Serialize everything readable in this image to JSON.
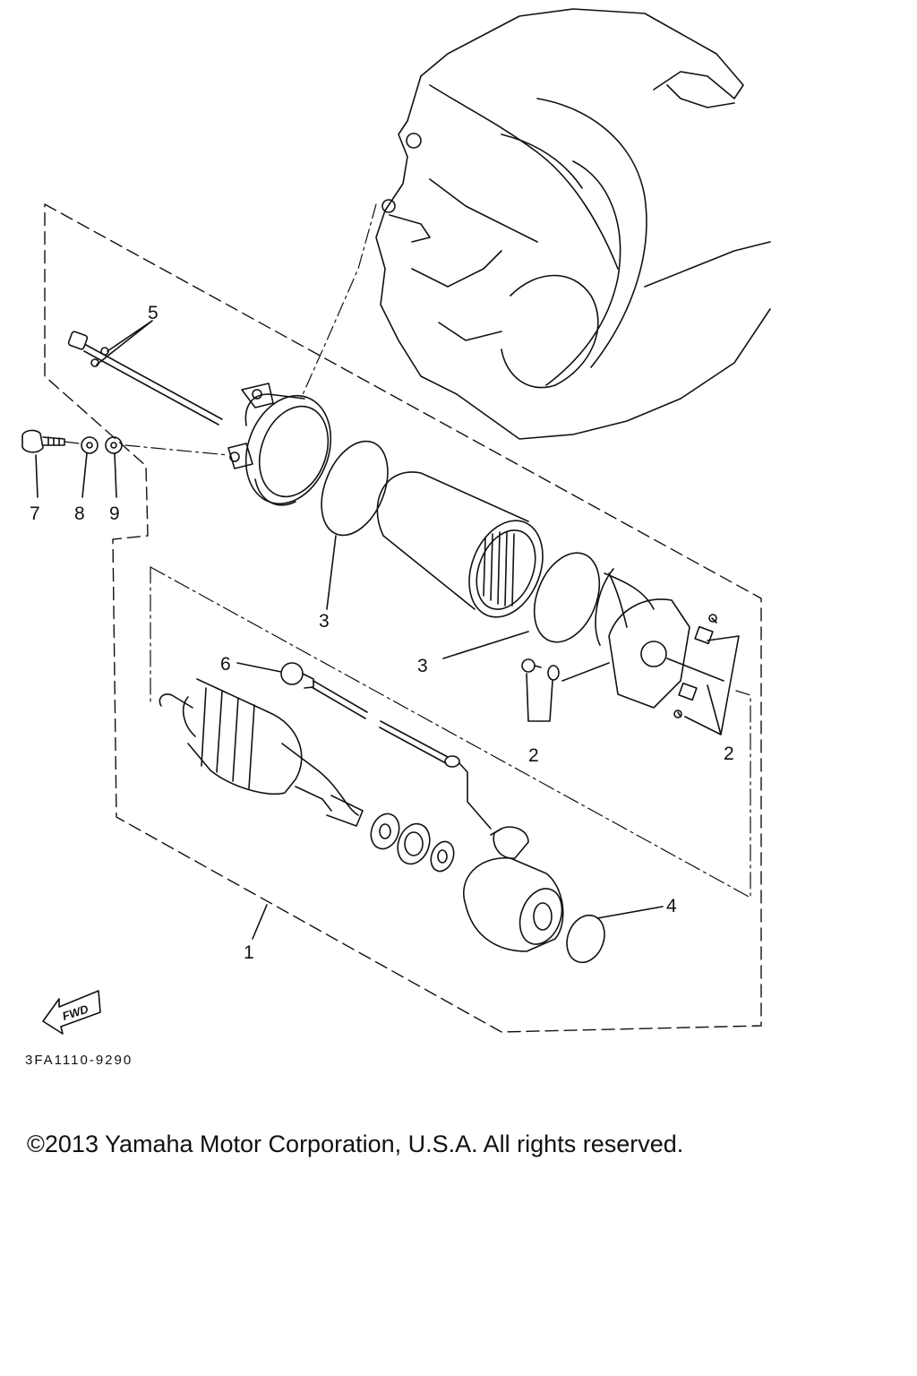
{
  "callouts": {
    "c1": "1",
    "c2a": "2",
    "c2b": "2",
    "c3a": "3",
    "c3b": "3",
    "c4": "4",
    "c5": "5",
    "c6": "6",
    "c7": "7",
    "c8": "8",
    "c9": "9"
  },
  "fwd_label": "FWD",
  "reference_code": "3FA1110-9290",
  "copyright": "©2013 Yamaha Motor Corporation, U.S.A. All rights reserved.",
  "colors": {
    "ink": "#111111",
    "background": "#ffffff"
  }
}
